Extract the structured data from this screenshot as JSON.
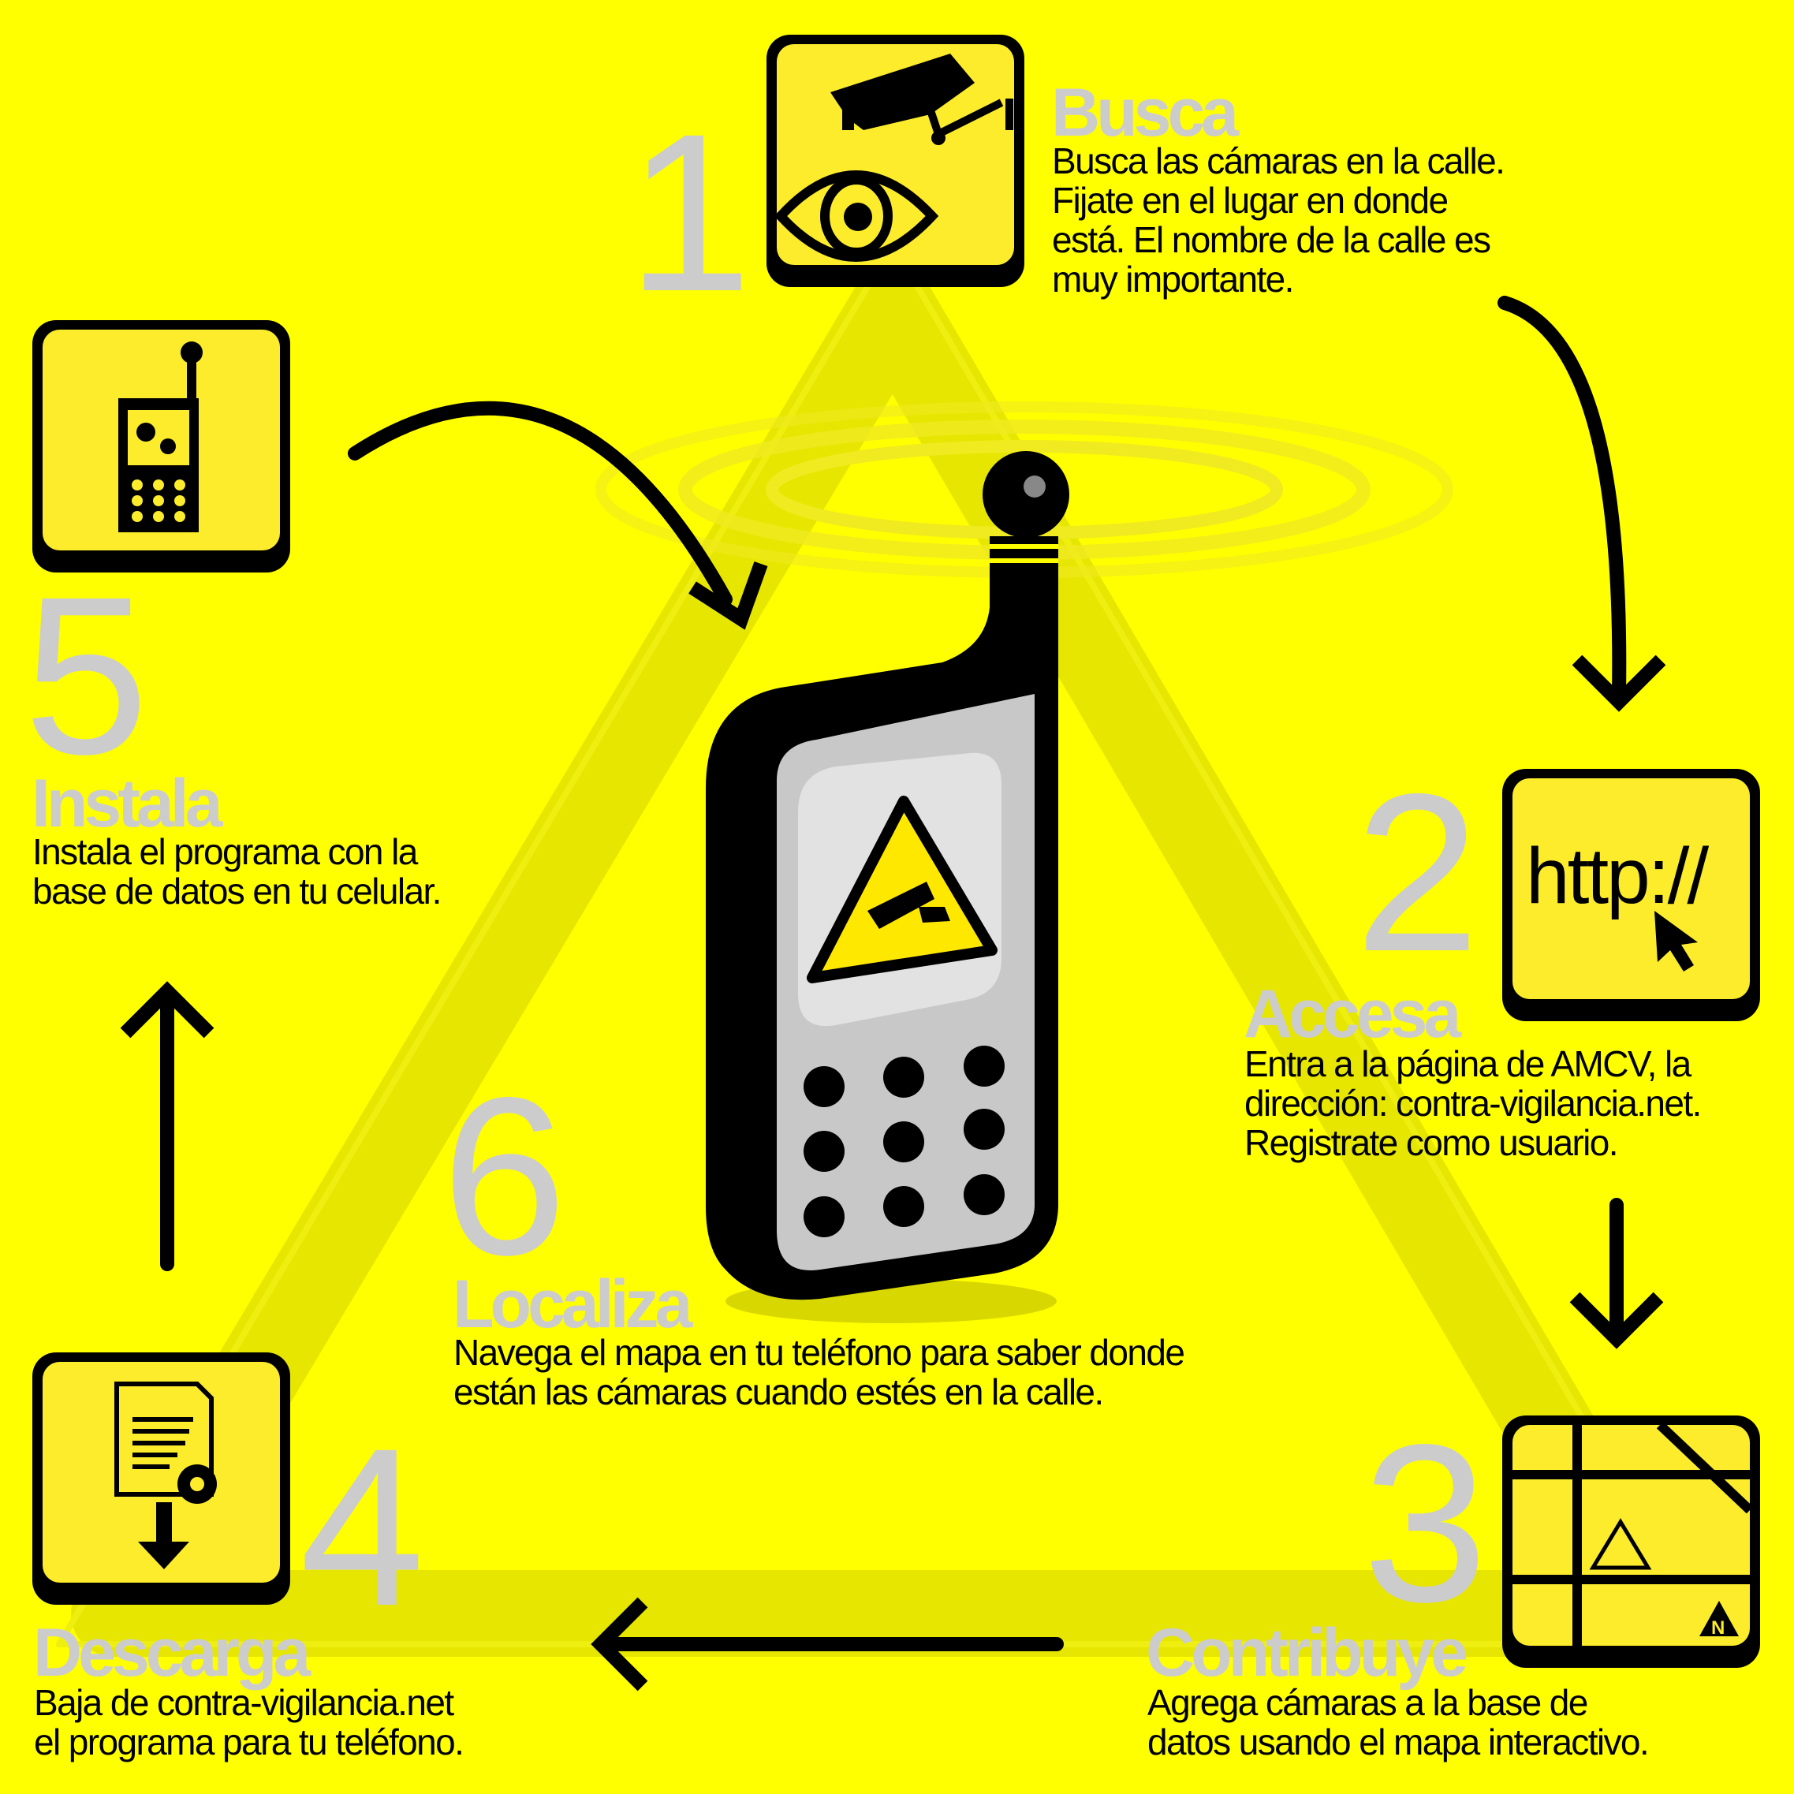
{
  "colors": {
    "background": "#ffff00",
    "numeral": "#cccccc",
    "triangle_band": "#e6e600",
    "icon_panel": "#fcec2c",
    "text": "#000000"
  },
  "steps": [
    {
      "number": "1",
      "title": "Busca",
      "lines": [
        "Busca las cámaras en la calle.",
        "Fijate en el lugar en donde",
        "está. El nombre de la calle es",
        "muy importante."
      ],
      "icon": "camera-eye-icon"
    },
    {
      "number": "2",
      "title": "Accesa",
      "lines": [
        "Entra a la página de AMCV, la",
        "dirección: contra-vigilancia.net.",
        "Registrate como usuario."
      ],
      "icon": "http-cursor-icon",
      "icon_text": "http://"
    },
    {
      "number": "3",
      "title": "Contribuye",
      "lines": [
        "Agrega cámaras a la base de",
        "datos usando el mapa interactivo."
      ],
      "icon": "map-icon",
      "icon_text": "N"
    },
    {
      "number": "4",
      "title": "Descarga",
      "lines": [
        "Baja de contra-vigilancia.net",
        "el programa para tu teléfono."
      ],
      "icon": "download-document-icon"
    },
    {
      "number": "5",
      "title": "Instala",
      "lines": [
        "Instala el programa con la",
        "base de datos en tu celular."
      ],
      "icon": "mobile-install-icon"
    },
    {
      "number": "6",
      "title": "Localiza",
      "lines": [
        "Navega el mapa en tu teléfono para saber donde",
        "están las cámaras cuando estés en la calle."
      ],
      "icon": "phone-warning-icon"
    }
  ]
}
